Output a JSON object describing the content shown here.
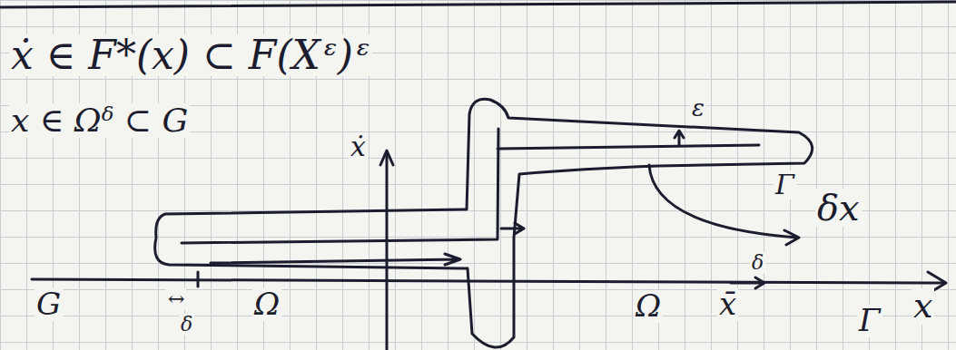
{
  "diagram": {
    "labels": [
      "ẋ ∈ F*(x) ⊂ F(Xᵋ)ᵋ",
      "x ∈ Ωᵟ ⊂ G",
      "ẋ",
      "ε",
      "Γ",
      "δx",
      "δ",
      "G",
      "↔",
      "δ",
      "Ω",
      "Ω",
      "x̄",
      "x",
      "Γ"
    ]
  }
}
